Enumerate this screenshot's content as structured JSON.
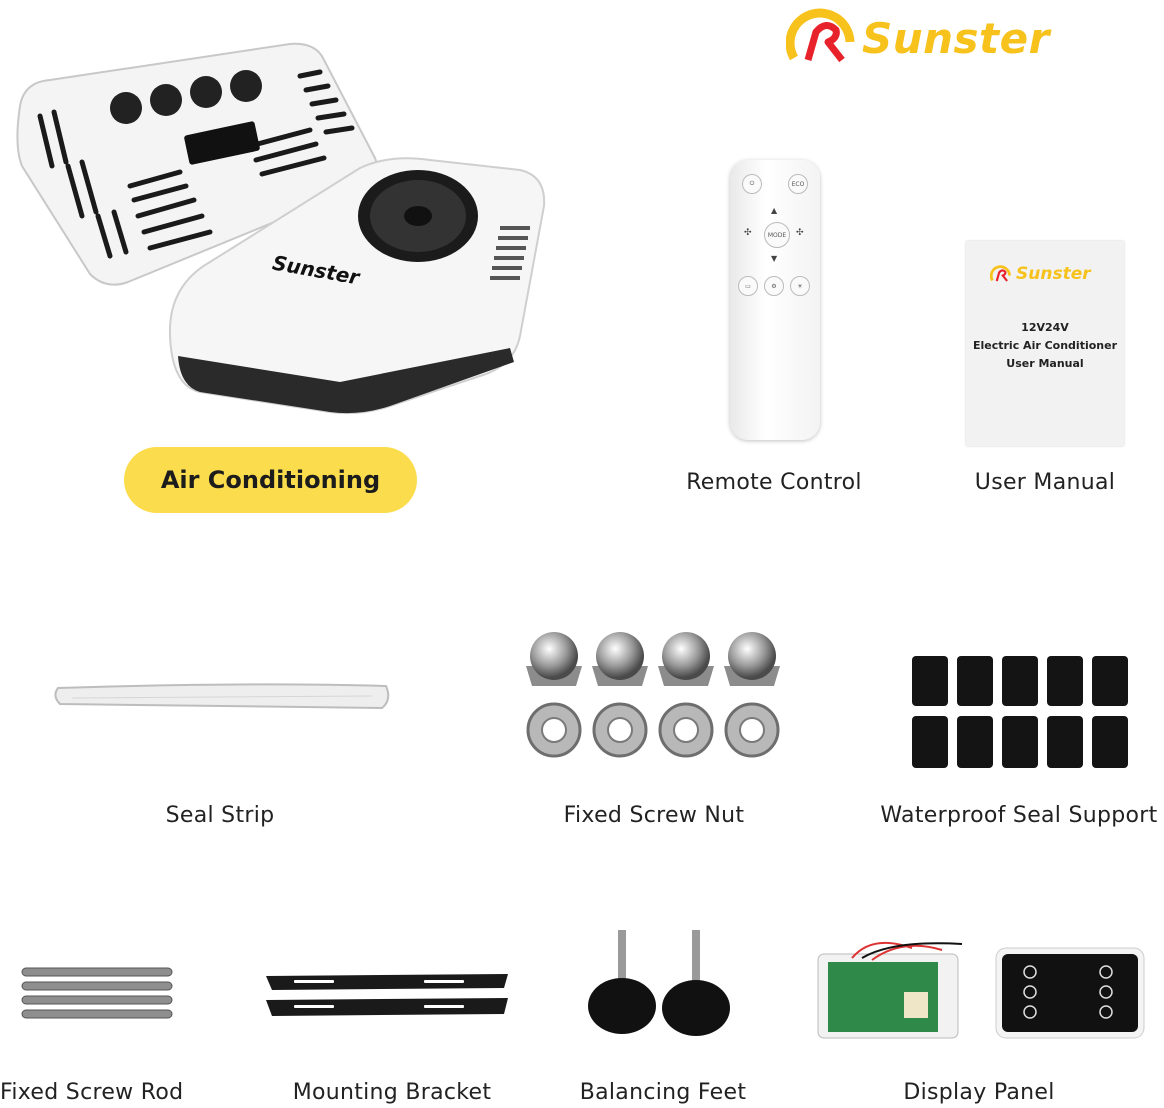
{
  "brand": {
    "name": "Sunster",
    "logo_color": "#f7c21c"
  },
  "product": {
    "unit_badge": "Sunster",
    "highlight_label": "Air Conditioning",
    "highlight_color": "#fadc4c"
  },
  "remote": {
    "label": "Remote Control",
    "buttons": {
      "eco": "ECO",
      "mode": "MODE"
    }
  },
  "manual": {
    "label": "User Manual",
    "cover_brand": "Sunster",
    "cover_lines": [
      "12V24V",
      "Electric Air Conditioner",
      "User Manual"
    ]
  },
  "accessories": {
    "seal_strip": "Seal Strip",
    "fixed_screw_nut": "Fixed Screw Nut",
    "waterproof_seal_support": "Waterproof Seal Support",
    "fixed_screw_rod": "Fixed Screw Rod",
    "mounting_bracket": "Mounting Bracket",
    "balancing_feet": "Balancing Feet",
    "display_panel": "Display Panel"
  }
}
